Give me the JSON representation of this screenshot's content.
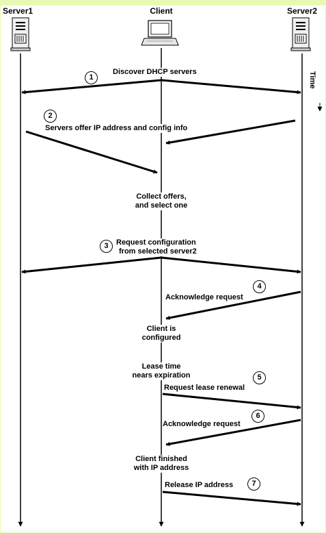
{
  "participants": {
    "server1": "Server1",
    "client": "Client",
    "server2": "Server2"
  },
  "time_label": "Time",
  "steps": [
    {
      "number": "1",
      "label": "Discover DHCP servers"
    },
    {
      "number": "2",
      "label": "Servers offer IP address and config info"
    },
    {
      "number": "3",
      "label_line1": "Request configuration",
      "label_line2": "from selected server2"
    },
    {
      "number": "4",
      "label": "Acknowledge request"
    },
    {
      "number": "5",
      "label": "Request lease renewal"
    },
    {
      "number": "6",
      "label": "Acknowledge request"
    },
    {
      "number": "7",
      "label": "Release IP address"
    }
  ],
  "client_notes": {
    "collect_line1": "Collect offers,",
    "collect_line2": "and select one",
    "configured_line1": "Client is",
    "configured_line2": "configured",
    "lease_line1": "Lease time",
    "lease_line2": "nears expiration",
    "finished_line1": "Client finished",
    "finished_line2": "with IP address"
  },
  "colors": {
    "top_band": "#e6fab4",
    "line": "#000000"
  }
}
